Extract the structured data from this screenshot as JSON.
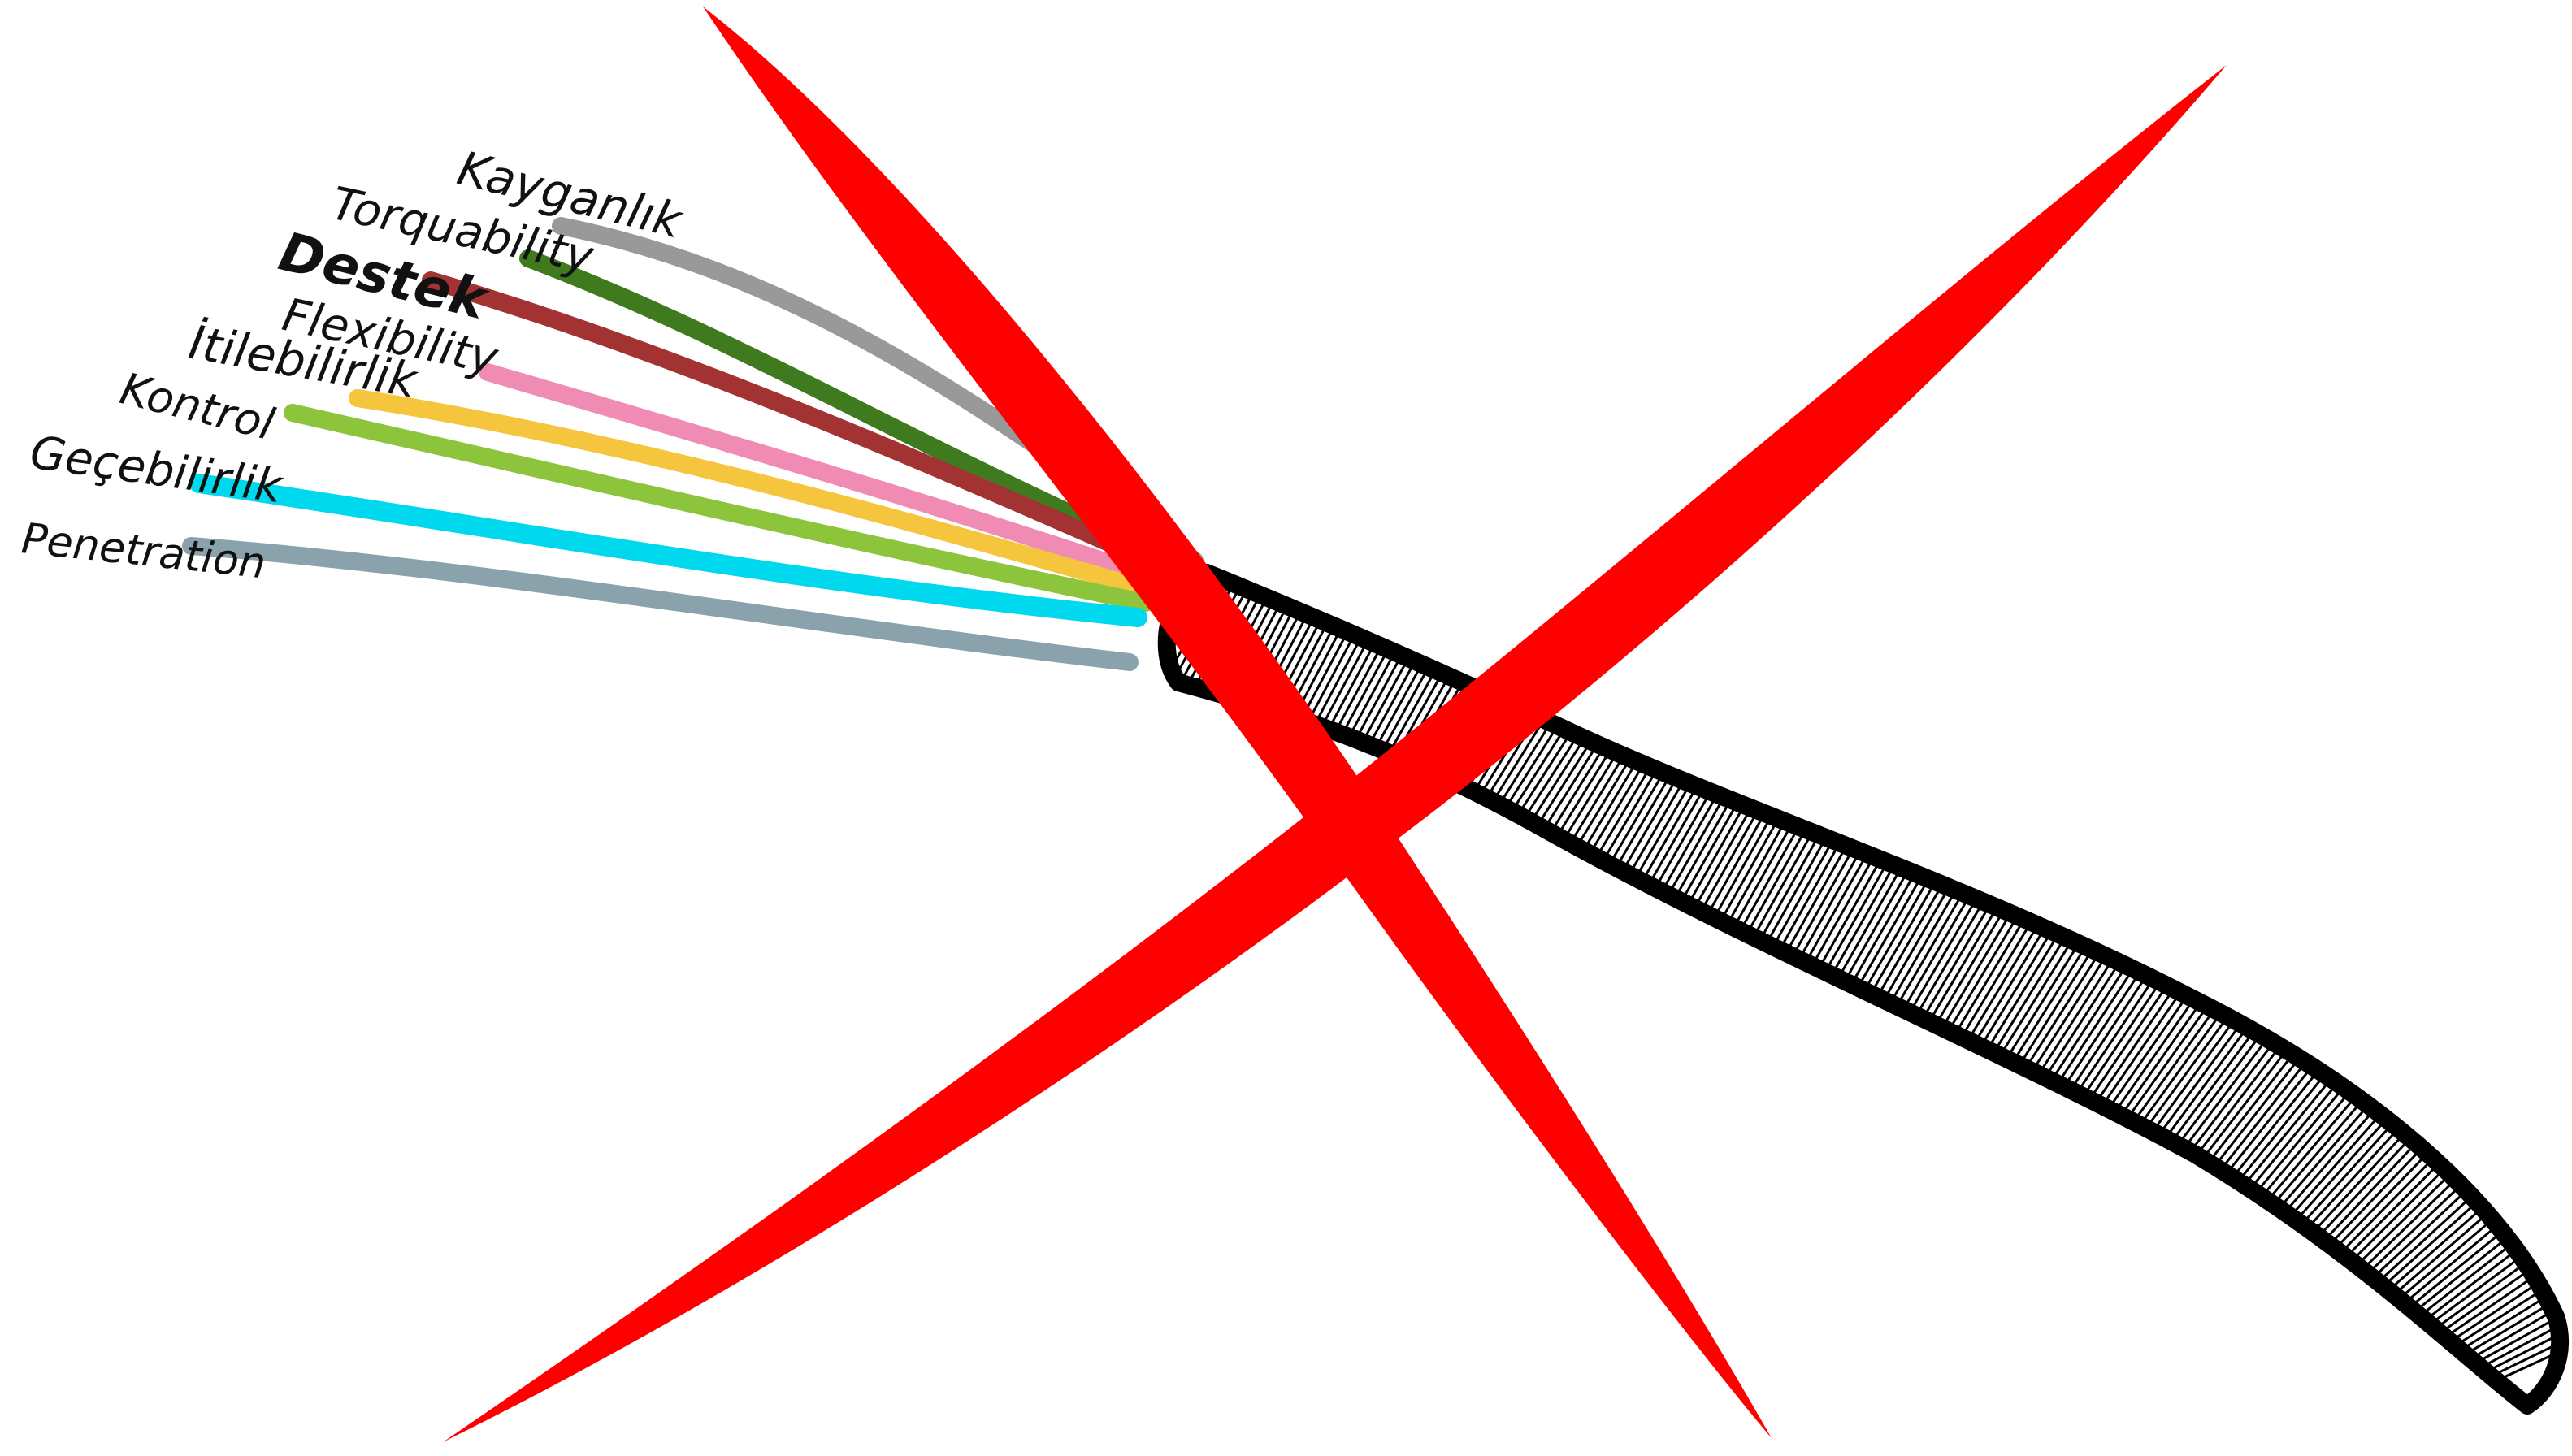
{
  "diagram": {
    "cable": {
      "jacket_color": "#000000",
      "fill_color": "#ffffff"
    },
    "strands": [
      {
        "label": "Kayganlık",
        "color": "#999999"
      },
      {
        "label": "Torquability",
        "color": "#3f7a1e"
      },
      {
        "label": "Destek",
        "color": "#a33232"
      },
      {
        "label": "Flexibility",
        "color": "#f08cb4"
      },
      {
        "label": "İtilebilirlik",
        "color": "#f6c53e"
      },
      {
        "label": "Kontrol",
        "color": "#8cc43c"
      },
      {
        "label": "Geçebilirlik",
        "color": "#00d8ee"
      },
      {
        "label": "Penetration",
        "color": "#8aa2ac"
      }
    ],
    "cross_mark": {
      "color": "#ff0000"
    }
  }
}
